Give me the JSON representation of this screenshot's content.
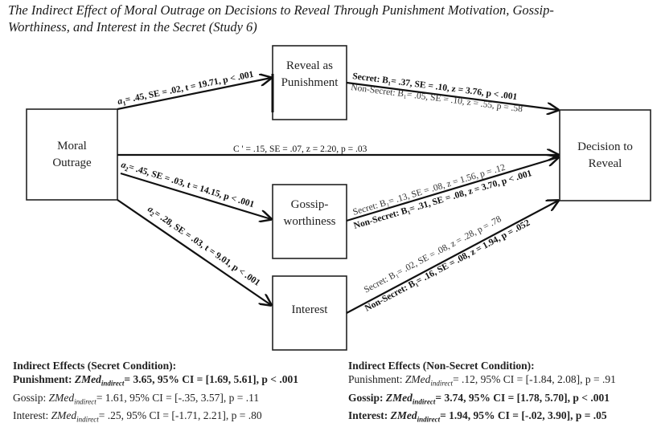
{
  "title": "The Indirect Effect of Moral Outrage on Decisions to Reveal Through Punishment Motivation, Gossip-Worthiness, and Interest in the Secret (Study 6)",
  "title_line1": "The Indirect Effect of Moral Outrage on Decisions to Reveal Through Punishment Motivation, Gossip-",
  "title_line2": "Worthiness, and Interest in the Secret (Study 6)",
  "nodes": {
    "moral_outrage": {
      "line1": "Moral",
      "line2": "Outrage"
    },
    "reveal_punishment": {
      "line1": "Reveal as",
      "line2": "Punishment"
    },
    "gossip": {
      "line1": "Gossip-",
      "line2": "worthiness"
    },
    "interest": {
      "line1": "Interest"
    },
    "decision": {
      "line1": "Decision to",
      "line2": "Reveal"
    }
  },
  "paths": {
    "a1": {
      "coef_label": "a",
      "sub": "1",
      "text": "= .45, SE = .02, t = 19.71, p < .001"
    },
    "a2_gossip": {
      "coef_label": "a",
      "sub": "2",
      "text": "= .45, SE = .03, t = 14.15, p < .001"
    },
    "a2_interest": {
      "coef_label": "a",
      "sub": "2",
      "text": "= .28, SE = .03, t = 9.01, p < .001"
    },
    "c_prime": {
      "text": "C ' = .15, SE = .07, z = 2.20, p = .03"
    },
    "b_punishment": {
      "secret": "Secret: B₁= .37, SE = .10, z = 3.76, p < .001",
      "non_secret": "Non-Secret: B₁= .05, SE = .10, z = .55, p = .58"
    },
    "b_gossip": {
      "secret": "Secret: B₁= .13, SE = .08, z = 1.56, p = .12",
      "non_secret": "Non-Secret: B₁= .31, SE = .08, z = 3.70, p < .001"
    },
    "b_interest": {
      "secret": "Secret: B₁= .02, SE = .08, z = .28, p = .78",
      "non_secret": "Non-Secret: B₁= .16, SE = .08, z = 1.94, p = .052"
    }
  },
  "indirect_secret": {
    "header": "Indirect Effects (Secret Condition):",
    "rows": [
      {
        "label": "Punishment:",
        "stat": "ZMed",
        "sub": "indirect",
        "rest": "= 3.65, 95% CI = [1.69, 5.61], p < .001",
        "bold": true
      },
      {
        "label": "Gossip:",
        "stat": "ZMed",
        "sub": "indirect",
        "rest": "= 1.61, 95% CI = [-.35, 3.57], p = .11",
        "bold": false
      },
      {
        "label": "Interest:",
        "stat": "ZMed",
        "sub": "indirect",
        "rest": "= .25, 95% CI = [-1.71, 2.21], p = .80",
        "bold": false
      }
    ]
  },
  "indirect_nonsecret": {
    "header": "Indirect Effects (Non-Secret Condition):",
    "rows": [
      {
        "label": "Punishment:",
        "stat": "ZMed",
        "sub": "indirect",
        "rest": "= .12, 95% CI = [-1.84, 2.08], p = .91",
        "bold": false
      },
      {
        "label": "Gossip:",
        "stat": "ZMed",
        "sub": "indirect",
        "rest": "= 3.74, 95% CI = [1.78, 5.70], p < .001",
        "bold": true
      },
      {
        "label": "Interest:",
        "stat": "ZMed",
        "sub": "indirect",
        "rest": "= 1.94, 95% CI = [-.02, 3.90], p = .05",
        "bold": true
      }
    ]
  }
}
